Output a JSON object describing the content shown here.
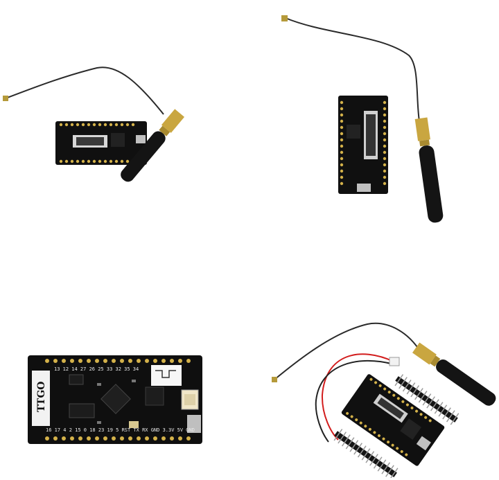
{
  "product_gallery": {
    "photos": [
      {
        "id": "top-left",
        "subject": "board-horizontal-with-antenna"
      },
      {
        "id": "top-right",
        "subject": "board-vertical-with-antenna"
      },
      {
        "id": "bottom-left",
        "subject": "board-closeup"
      },
      {
        "id": "bottom-right",
        "subject": "board-kit-with-headers-and-cable"
      }
    ],
    "board_logo": "TTGO",
    "pin_labels_top": [
      "13",
      "12",
      "14",
      "27",
      "26",
      "25",
      "33",
      "32",
      "35",
      "34"
    ],
    "pin_labels_bottom": [
      "16",
      "17",
      "4",
      "2",
      "15",
      "0",
      "18",
      "23",
      "19",
      "5",
      "RST",
      "TX",
      "RX",
      "GND",
      "3.3V",
      "5V",
      "GND"
    ]
  },
  "colors": {
    "background": "#ffffff",
    "pcb": "#111111",
    "gold": "#c9a640",
    "antenna": "#1a1a1a",
    "usb": "#bfbfbf"
  }
}
